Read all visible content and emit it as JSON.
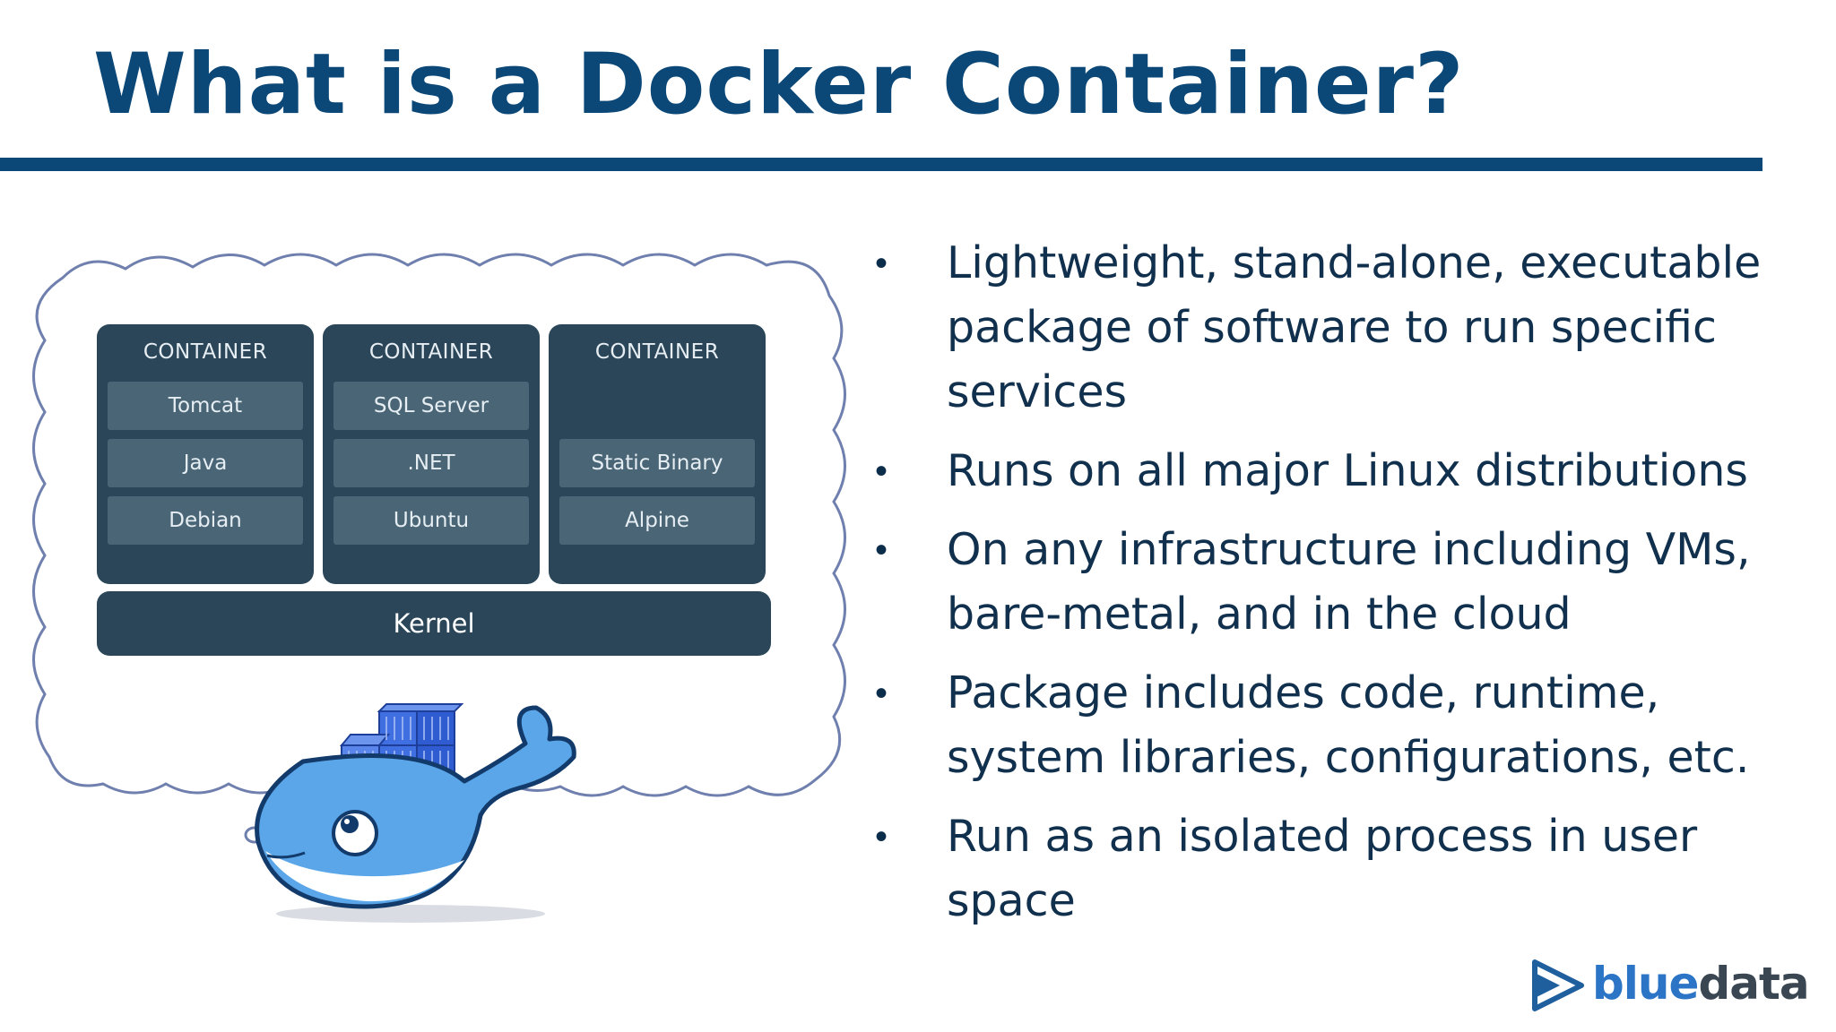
{
  "slide": {
    "title": "What is a Docker Container?"
  },
  "diagram": {
    "containers": [
      {
        "header": "CONTAINER",
        "layers": [
          "Tomcat",
          "Java",
          "Debian"
        ]
      },
      {
        "header": "CONTAINER",
        "layers": [
          "SQL Server",
          ".NET",
          "Ubuntu"
        ]
      },
      {
        "header": "CONTAINER",
        "layers": [
          "Static Binary",
          "Alpine"
        ]
      }
    ],
    "kernel": "Kernel",
    "icons": [
      "thought-cloud-icon",
      "docker-whale-icon"
    ]
  },
  "bullets": [
    "Lightweight, stand-alone, executable package of software to run specific services",
    "Runs on all major Linux distributions",
    "On any infrastructure including VMs, bare-metal, and in the cloud",
    "Package includes code, runtime, system libraries, configurations, etc.",
    "Run as an isolated process in user space"
  ],
  "logo": {
    "text_blue": "blue",
    "text_dark": "data"
  },
  "colors": {
    "title": "#0b4877",
    "diagram_box": "#2b4658",
    "diagram_layer": "#4a6676",
    "whale": "#5aa6e8"
  }
}
